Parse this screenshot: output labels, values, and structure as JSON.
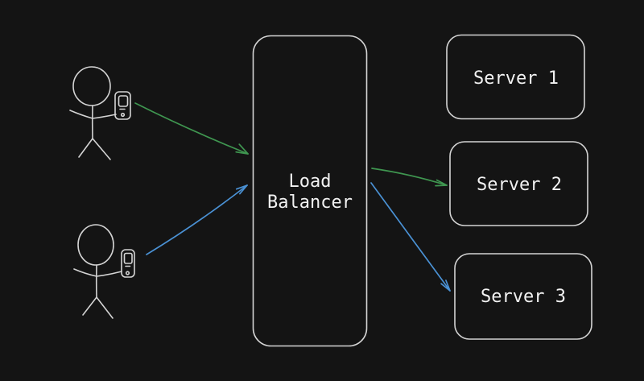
{
  "diagram": {
    "type": "flow",
    "background": "#141414",
    "stroke_color": "#d4d4d4",
    "text_color": "#f2f2f2",
    "actors": [
      {
        "id": "user-1",
        "kind": "person-with-phone"
      },
      {
        "id": "user-2",
        "kind": "person-with-phone"
      }
    ],
    "nodes": [
      {
        "id": "load-balancer",
        "label": "Load Balancer",
        "label_lines": [
          "Load",
          "Balancer"
        ]
      },
      {
        "id": "server-1",
        "label": "Server 1"
      },
      {
        "id": "server-2",
        "label": "Server 2"
      },
      {
        "id": "server-3",
        "label": "Server 3"
      }
    ],
    "edges": [
      {
        "from": "user-1",
        "to": "load-balancer",
        "color": "#3f9650"
      },
      {
        "from": "user-2",
        "to": "load-balancer",
        "color": "#4a91d4"
      },
      {
        "from": "load-balancer",
        "to": "server-2",
        "color": "#3f9650"
      },
      {
        "from": "load-balancer",
        "to": "server-3",
        "color": "#4a91d4"
      }
    ]
  }
}
